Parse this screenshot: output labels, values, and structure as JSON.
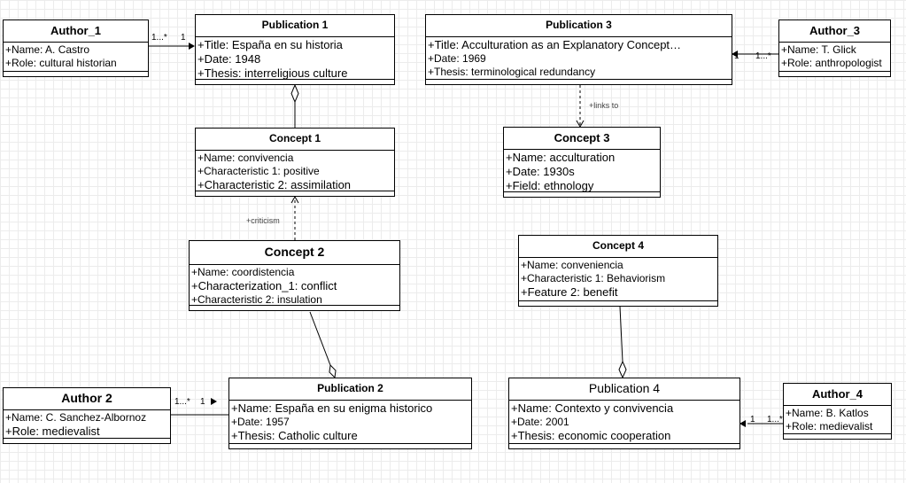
{
  "classes": {
    "author1": {
      "name": "Author_1",
      "attrs": [
        "+Name: A. Castro",
        "+Role: cultural historian"
      ]
    },
    "pub1": {
      "name": "Publication 1",
      "attrs": [
        "+Title: España en su historia",
        "+Date: 1948",
        "+Thesis: interreligious culture"
      ]
    },
    "pub3": {
      "name": "Publication 3",
      "attrs": [
        "+Title: Acculturation as an Explanatory Concept…",
        "+Date: 1969",
        "+Thesis: terminological redundancy"
      ]
    },
    "author3": {
      "name": "Author_3",
      "attrs": [
        "+Name: T. Glick",
        "+Role: anthropologist"
      ]
    },
    "concept1": {
      "name": "Concept 1",
      "attrs": [
        "+Name: convivencia",
        "+Characteristic 1: positive",
        "+Characteristic 2: assimilation"
      ]
    },
    "concept3": {
      "name": "Concept 3",
      "attrs": [
        "+Name: acculturation",
        "+Date: 1930s",
        "+Field: ethnology"
      ]
    },
    "concept2": {
      "name": "Concept 2",
      "attrs": [
        "+Name: coordistencia",
        "+Characterization_1: conflict",
        "+Characteristic 2: insulation"
      ]
    },
    "concept4": {
      "name": "Concept 4",
      "attrs": [
        "+Name: conveniencia",
        "+Characteristic 1: Behaviorism",
        "+Feature 2: benefit"
      ]
    },
    "author2": {
      "name": "Author 2",
      "attrs": [
        "+Name: C. Sanchez-Albornoz",
        "+Role: medievalist"
      ]
    },
    "pub2": {
      "name": "Publication 2",
      "attrs": [
        "+Name: España en su enigma historico",
        "+Date: 1957",
        "+Thesis: Catholic culture"
      ]
    },
    "pub4": {
      "name": "Publication 4",
      "attrs": [
        "+Name: Contexto y convivencia",
        "+Date: 2001",
        "+Thesis: economic cooperation"
      ]
    },
    "author4": {
      "name": "Author_4",
      "attrs": [
        "+Name: B. Katlos",
        "+Role: medievalist"
      ]
    }
  },
  "relations": {
    "a1_p1": {
      "source_mult": "1...*",
      "target_mult": "1"
    },
    "a3_p3": {
      "source_mult": "1...*",
      "target_mult": "1"
    },
    "a2_p2": {
      "source_mult": "1...*",
      "target_mult": "1"
    },
    "a4_p4": {
      "source_mult": "1...*",
      "target_mult": "1"
    },
    "p3_c3": {
      "label": "+links to"
    },
    "c2_c1": {
      "label": "+criticism"
    }
  },
  "colors": {
    "line": "#000000",
    "grid": "#ececec",
    "label_gray": "#444444"
  }
}
